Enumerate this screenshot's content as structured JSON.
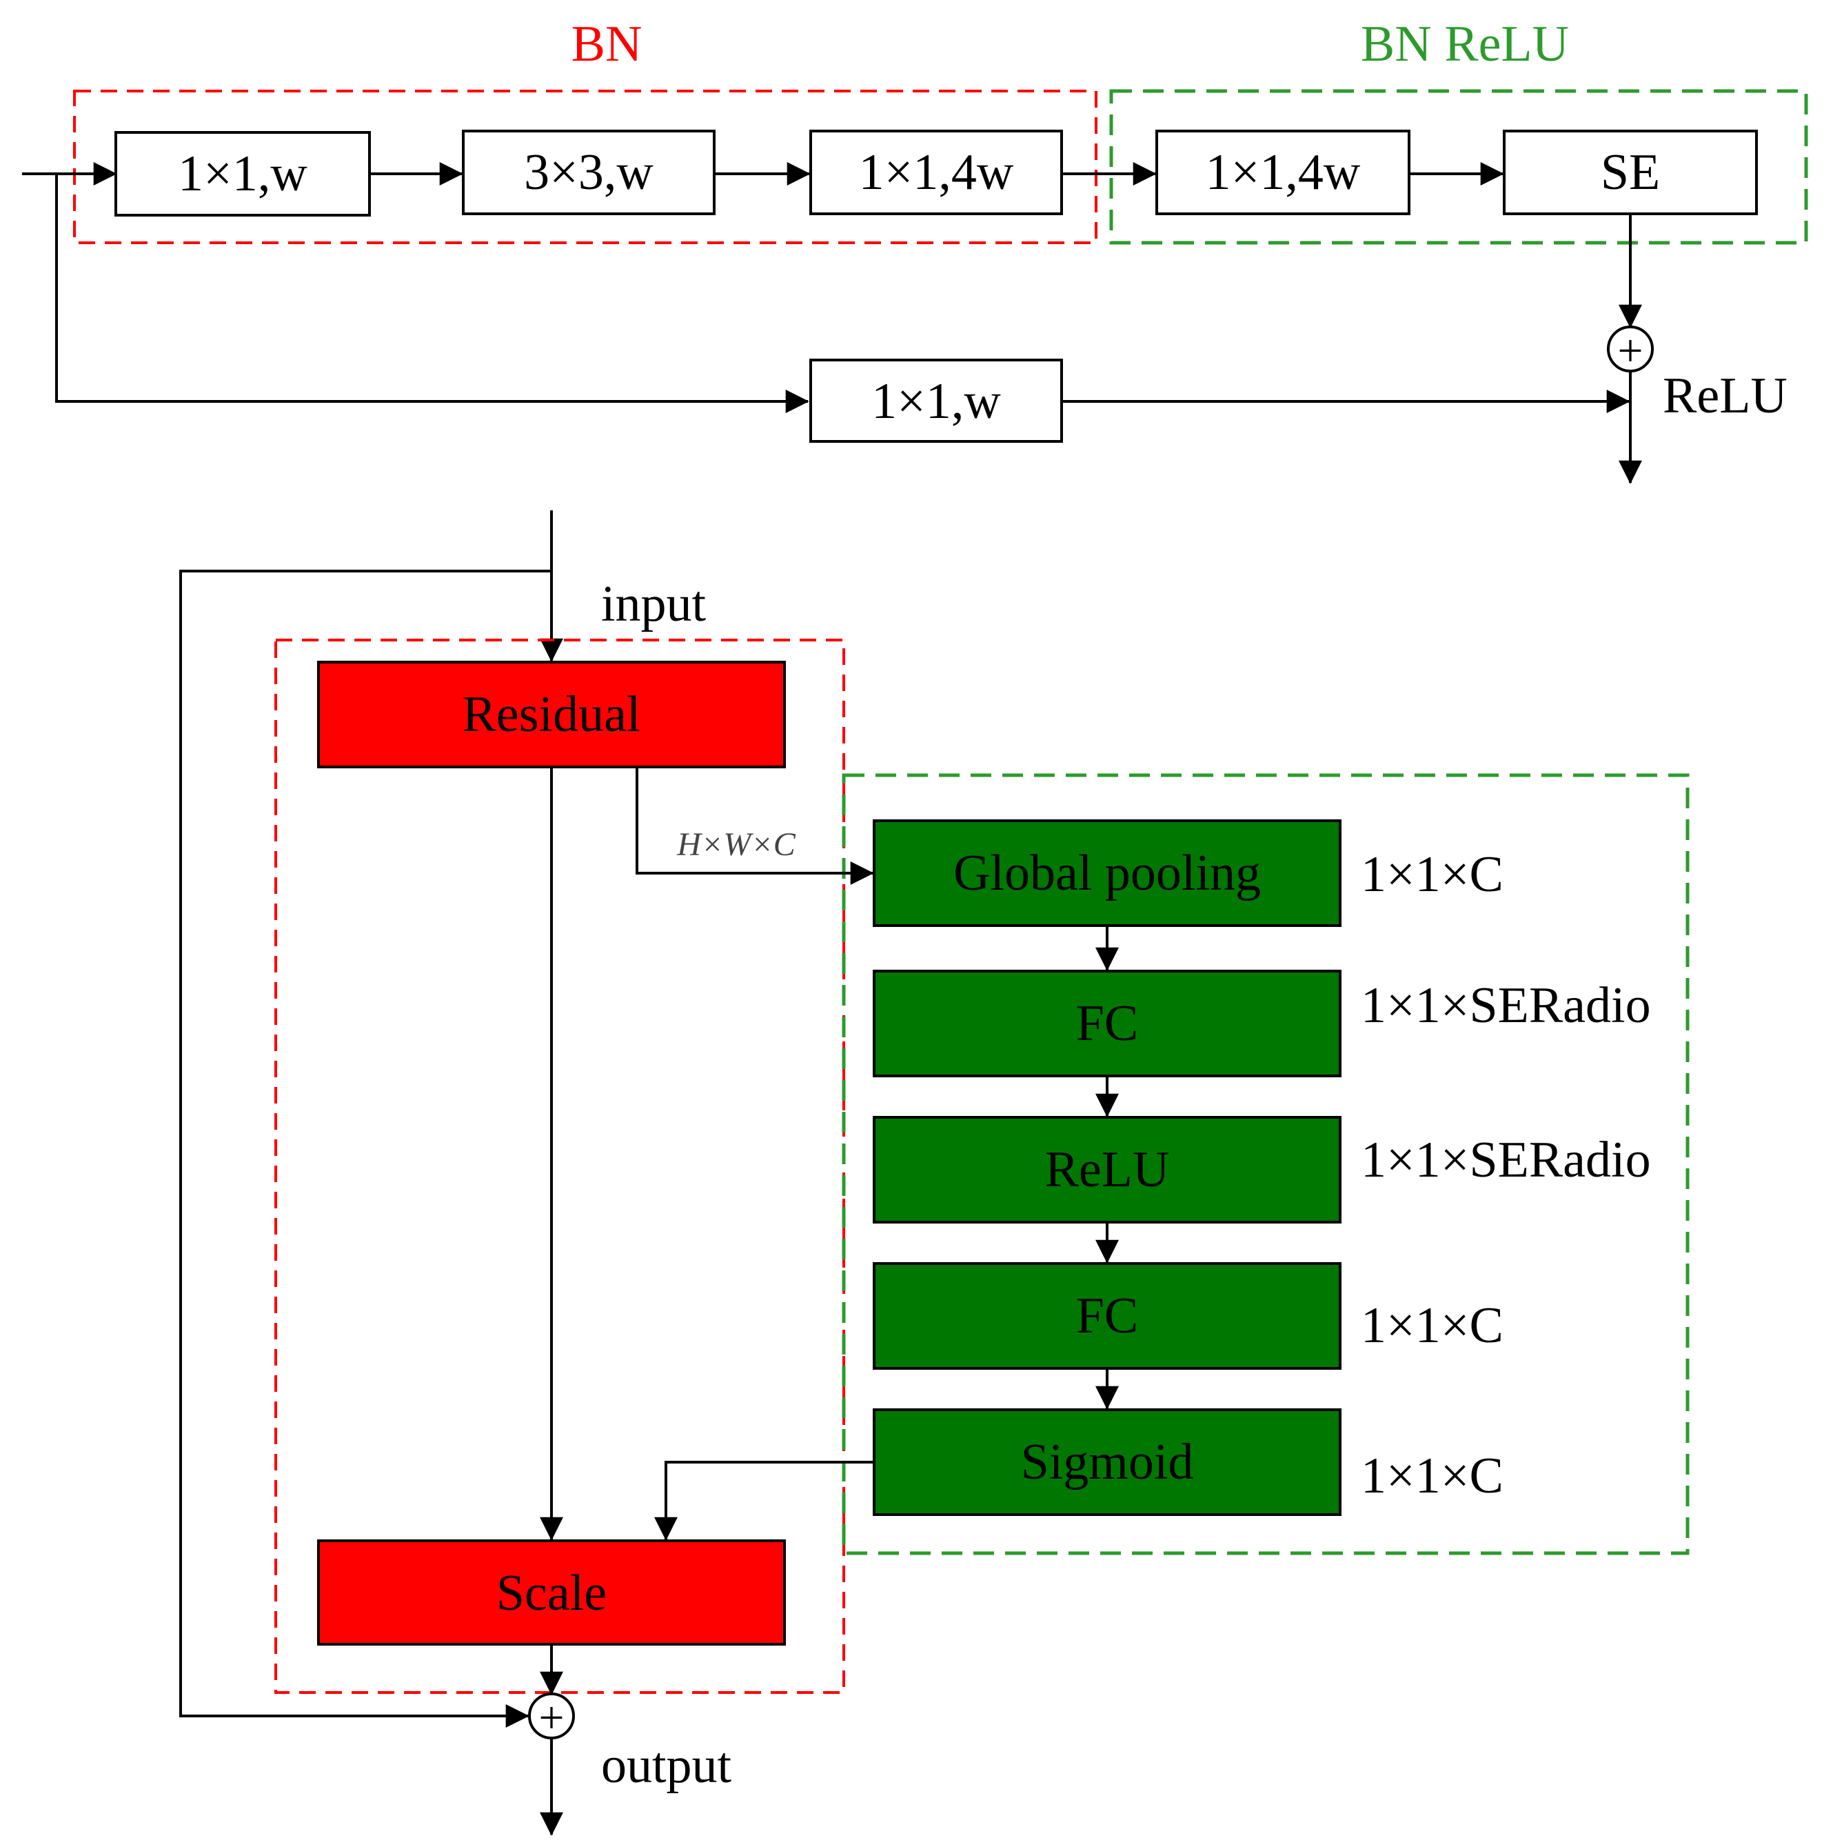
{
  "colors": {
    "red": "#ff0000",
    "green_block": "#007700",
    "green_dash": "#2e9a2e",
    "title_red": "#ff0000",
    "title_green": "#2e9a2e"
  },
  "top": {
    "group_bn_label": "BN",
    "group_bnrelu_label": "BN ReLU",
    "blocks": [
      "1×1,w",
      "3×3,w",
      "1×1,4w",
      "1×1,4w",
      "SE"
    ],
    "shortcut_block": "1×1,w",
    "sum_symbol": "+",
    "relu_label": "ReLU"
  },
  "bottom": {
    "input_label": "input",
    "output_label": "output",
    "residual_label": "Residual",
    "scale_label": "Scale",
    "hwc_label": "H×W×C",
    "sum_symbol": "+",
    "se_blocks": [
      "Global pooling",
      "FC",
      "ReLU",
      "FC",
      "Sigmoid"
    ],
    "dims": [
      "1×1×C",
      "1×1×SERadio",
      "1×1×SERadio",
      "1×1×C",
      "1×1×C"
    ]
  }
}
